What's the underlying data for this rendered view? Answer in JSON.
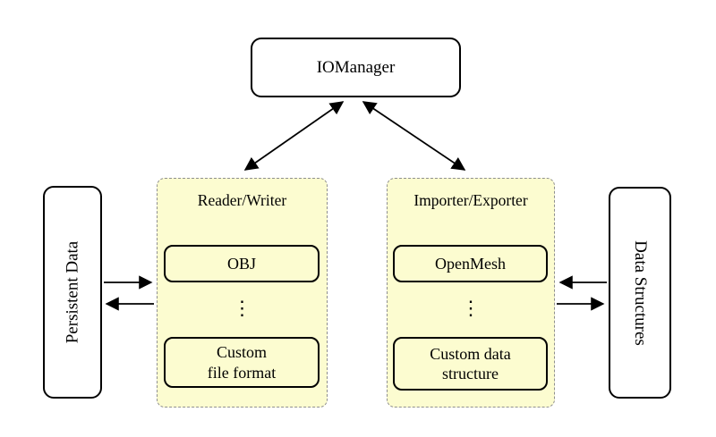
{
  "colors": {
    "group_fill": "#FCFCD0",
    "group_border": "#8f8f8f",
    "node_fill": "#ffffff",
    "stroke": "#000000"
  },
  "nodes": {
    "io_manager": "IOManager",
    "persistent_data": "Persistent Data",
    "data_structures": "Data Structures"
  },
  "groups": {
    "reader_writer": {
      "title": "Reader/Writer",
      "items": [
        "OBJ",
        "Custom\nfile format"
      ],
      "ellipsis": "⋮"
    },
    "importer_exporter": {
      "title": "Importer/Exporter",
      "items": [
        "OpenMesh",
        "Custom data\nstructure"
      ],
      "ellipsis": "⋮"
    }
  }
}
